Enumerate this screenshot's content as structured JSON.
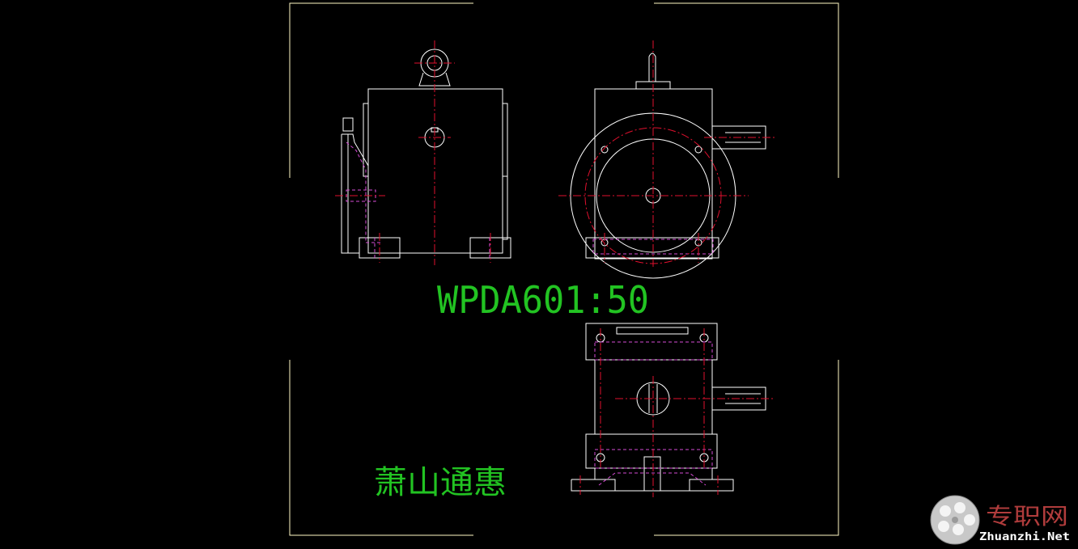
{
  "drawing": {
    "model_label": "WPDA601:50",
    "company_label": "萧山通惠"
  },
  "watermark": {
    "brand_cn": "专职网",
    "brand_en": "Zhuanzhi.Net"
  },
  "colors": {
    "background": "#000000",
    "outline": "#ffffff",
    "frame": "#fff9c4",
    "centerline": "#e0102e",
    "hidden_line": "#d44bd4",
    "text": "#22c322",
    "watermark_cn": "#b03c3c",
    "watermark_en": "#ffffff"
  }
}
